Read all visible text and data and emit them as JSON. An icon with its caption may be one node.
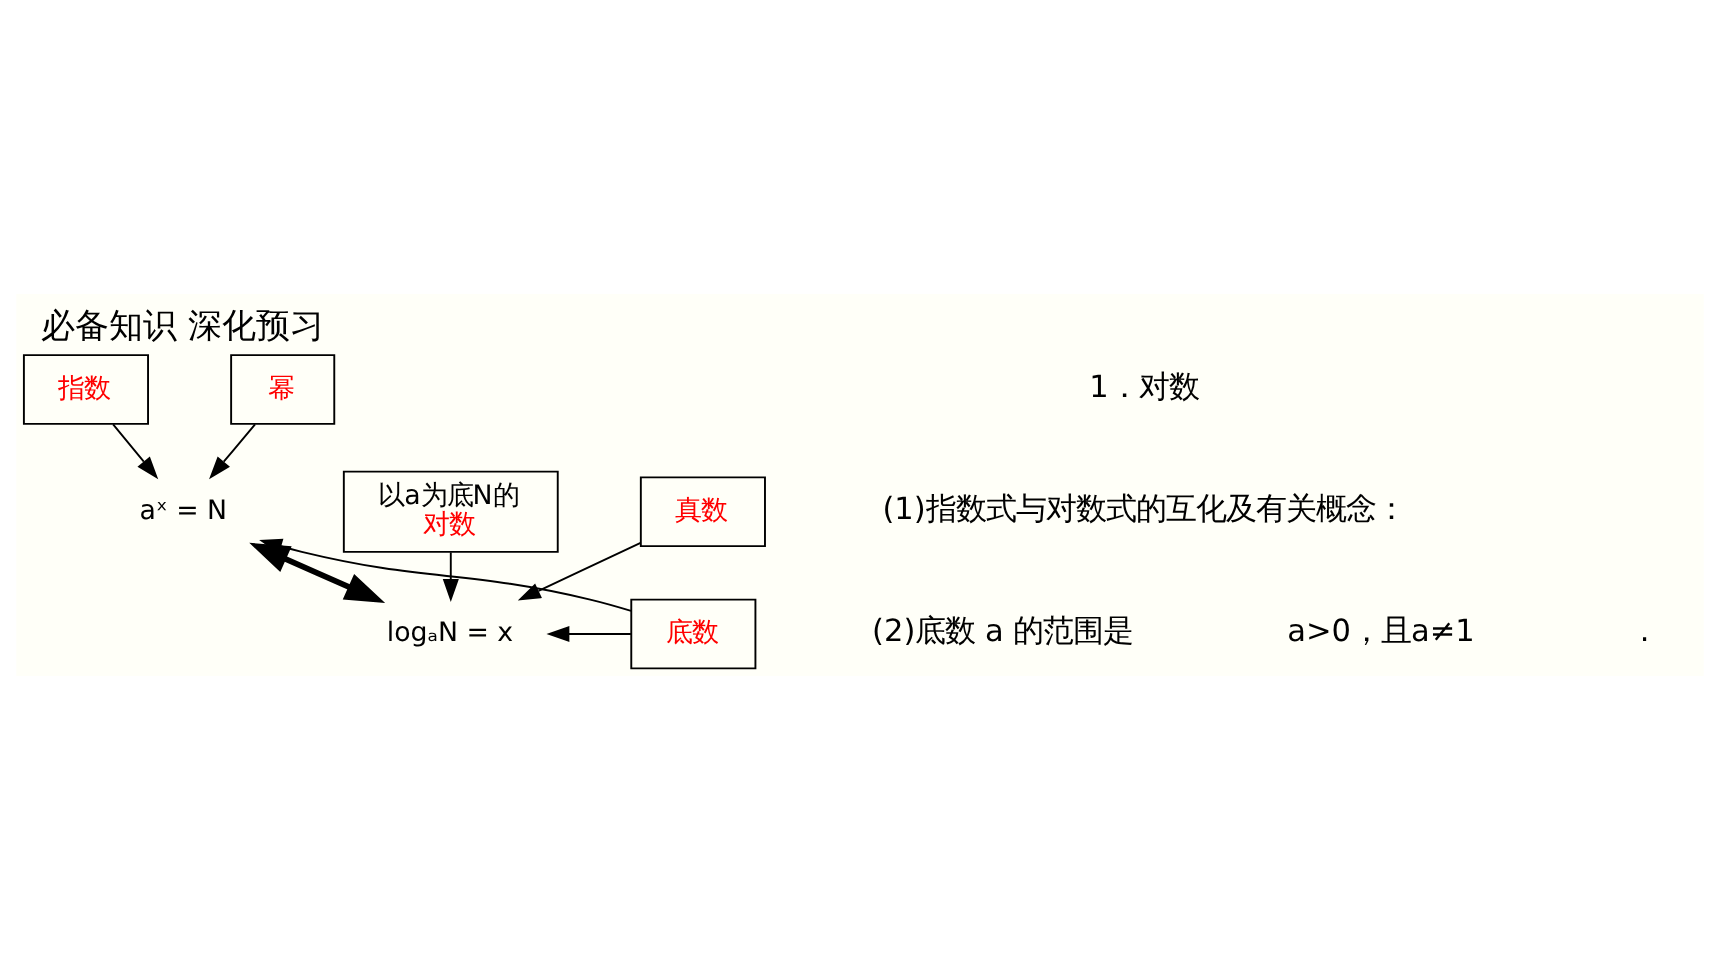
{
  "diagram": {
    "title": "必备知识 深化预习",
    "nodes": [
      {
        "text": [
          "指数"
        ]
      },
      {
        "text": [
          "以a为底N的",
          "对数"
        ]
      },
      {
        "text": [
          "幂"
        ]
      },
      {
        "text": [
          "真数"
        ]
      },
      {
        "text": [
          "aˣ = N"
        ]
      },
      {
        "text": [
          "logₐN = x"
        ]
      },
      {
        "text": [
          "底数"
        ]
      }
    ],
    "edges": [
      {
        "from": 0,
        "to": 4,
        "arrow": "to"
      },
      {
        "from": 2,
        "to": 4,
        "arrow": "to"
      },
      {
        "from": 1,
        "to": 5,
        "arrow": "to"
      },
      {
        "from": 3,
        "to": 5,
        "arrow": "to"
      },
      {
        "from": 4,
        "to": 5,
        "arrow": "both",
        "style": "thick"
      },
      {
        "from": 6,
        "to": 4,
        "arrow": "to"
      },
      {
        "from": 6,
        "to": 5,
        "arrow": "to"
      }
    ],
    "labels": [
      "1．对数",
      "(1)指数式与对数式的互化及有关概念：",
      "(2)底数 a 的范围是",
      "a>0，且a≠1",
      "."
    ]
  }
}
